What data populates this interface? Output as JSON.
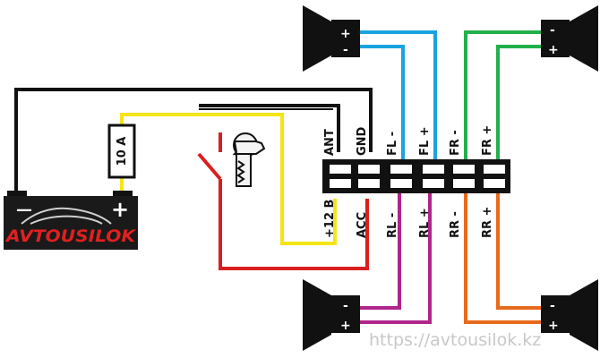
{
  "fuse": {
    "label": "10 A"
  },
  "battery": {
    "plus": "+",
    "minus": "—",
    "brand": "AVTOUSILOK"
  },
  "connector": {
    "top_pins": [
      "ANT",
      "GND",
      "FL -",
      "FL +",
      "FR -",
      "FR +"
    ],
    "bottom_pins": [
      "+12 B",
      "ACC",
      "RL -",
      "RL +",
      "RR -",
      "RR +"
    ]
  },
  "speakers": {
    "front_left": {
      "plus": "+",
      "minus": "-"
    },
    "front_right": {
      "plus": "+",
      "minus": "-"
    },
    "rear_left": {
      "plus": "+",
      "minus": "-"
    },
    "rear_right": {
      "plus": "+",
      "minus": "-"
    }
  },
  "watermark": "https://avtousilok.kz",
  "colors": {
    "front": "#1aa3e0",
    "front_right": "#22b04a",
    "rear_left": "#b0258a",
    "rear_right": "#e86a1c",
    "power": "#f5e418",
    "acc": "#d91f1f",
    "ground": "#111111"
  }
}
